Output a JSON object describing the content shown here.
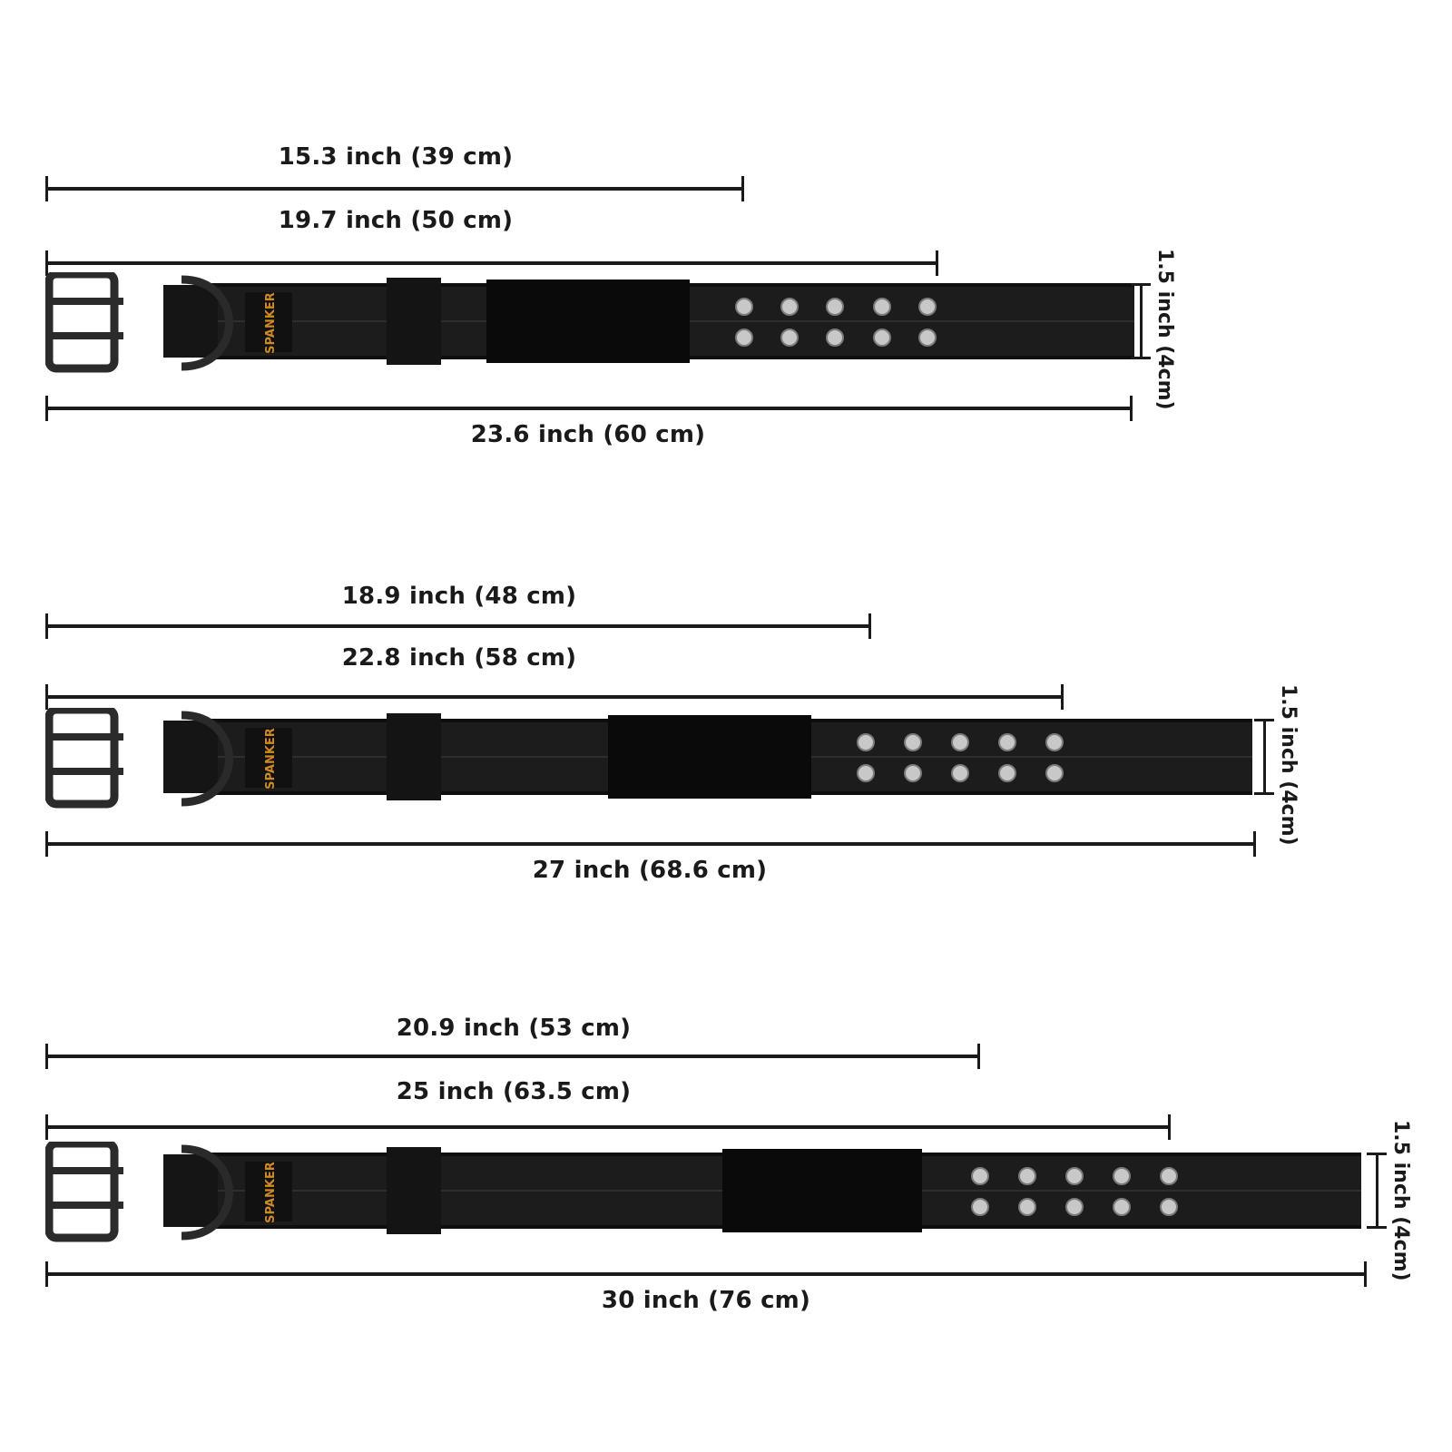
{
  "brand": "SPANKER",
  "collars": [
    {
      "size_1": "15.3 inch (39 cm)",
      "size_2": "19.7 inch (50 cm)",
      "total": "23.6 inch (60 cm)",
      "width": "1.5 inch (4cm)"
    },
    {
      "size_1": "18.9 inch (48 cm)",
      "size_2": "22.8 inch (58 cm)",
      "total": "27 inch (68.6 cm)",
      "width": "1.5 inch (4cm)"
    },
    {
      "size_1": "20.9 inch (53 cm)",
      "size_2": "25 inch (63.5 cm)",
      "total": "30 inch (76 cm)",
      "width": "1.5 inch (4cm)"
    }
  ],
  "colors": {
    "strap": "#1c1c1c",
    "strap_edge": "#0e0e0e",
    "velcro": "#0a0a0a",
    "grommet": "#c8c8c8",
    "brand_accent": "#d08a1e",
    "lines": "#1a1a1a"
  },
  "icons": [
    "buckle-icon",
    "d-ring-icon",
    "grommet-icon"
  ]
}
